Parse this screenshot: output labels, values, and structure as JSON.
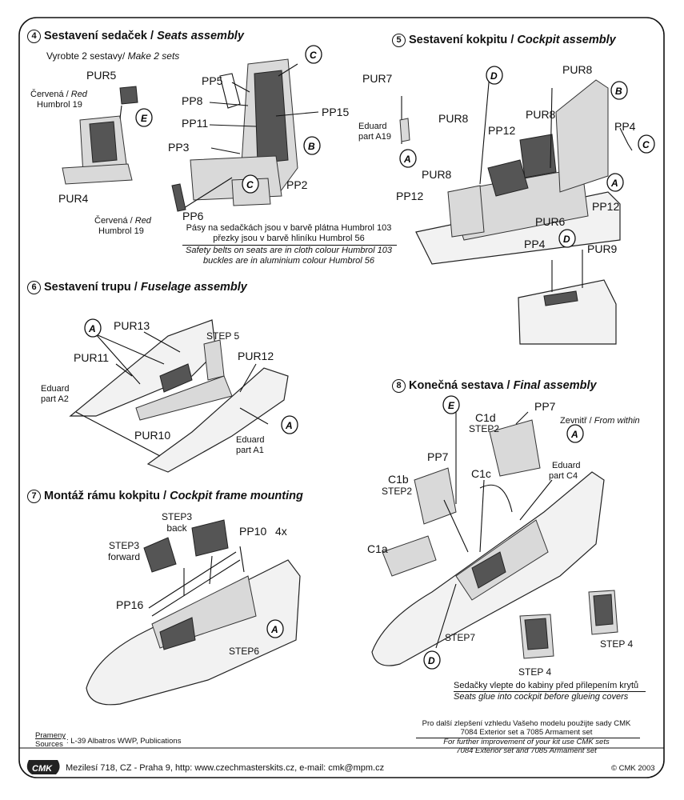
{
  "sec4": {
    "number": "4",
    "title_cz": "Sestavení sedaček / ",
    "title_en": "Seats assembly",
    "sub_cz": "Vyrobte 2 sestavy/ ",
    "sub_en": "Make 2 sets",
    "pur5": "PUR5",
    "red1_cz": "Červená / ",
    "red1_en": "Red",
    "humbrol19_a": "Humbrol 19",
    "pur4": "PUR4",
    "red2_cz": "Červená / ",
    "red2_en": "Red",
    "humbrol19_b": "Humbrol 19",
    "pp5": "PP5",
    "pp8": "PP8",
    "pp11": "PP11",
    "pp3": "PP3",
    "pp15": "PP15",
    "pp2": "PP2",
    "pp6": "PP6",
    "note_cz_1": "Pásy na sedačkách jsou v barvě plátna Humbrol 103",
    "note_cz_2": "přezky jsou v barvě hliníku Humbrol 56",
    "note_en_1": "Safety belts on seats are in cloth colour Humbrol 103",
    "note_en_2": "buckles are in aluminium colour Humbrol 56"
  },
  "sec5": {
    "number": "5",
    "title_cz": "Sestavení kokpitu / ",
    "title_en": "Cockpit assembly",
    "pur7": "PUR7",
    "pur8_a": "PUR8",
    "pur8_b": "PUR8",
    "pur8_c": "PUR8",
    "pur8_d": "PUR8",
    "pp12_a": "PP12",
    "pp12_b": "PP12",
    "pp12_c": "PP12",
    "pp4_a": "PP4",
    "pp4_b": "PP4",
    "pur6": "PUR6",
    "pur9": "PUR9",
    "eduard": "Eduard",
    "part_a19": "part A19"
  },
  "sec6": {
    "number": "6",
    "title_cz": "Sestavení trupu / ",
    "title_en": "Fuselage assembly",
    "pur13": "PUR13",
    "step5": "STEP 5",
    "pur11": "PUR11",
    "pur12": "PUR12",
    "pur10": "PUR10",
    "eduard_a": "Eduard",
    "part_a2": "part A2",
    "eduard_b": "Eduard",
    "part_a1": "part A1"
  },
  "sec7": {
    "number": "7",
    "title_cz": "Montáž rámu kokpitu / ",
    "title_en": "Cockpit frame mounting",
    "step3_back_1": "STEP3",
    "step3_back_2": "back",
    "step3_fwd_1": "STEP3",
    "step3_fwd_2": "forward",
    "pp10": "PP10",
    "qty": "4x",
    "pp16": "PP16",
    "step6": "STEP6"
  },
  "sec8": {
    "number": "8",
    "title_cz": "Konečná sestava / ",
    "title_en": "Final assembly",
    "pp7_a": "PP7",
    "c1d": "C1d",
    "step2_a": "STEP2",
    "within_cz": "Zevnitř / ",
    "within_en": "From within",
    "pp7_b": "PP7",
    "c1c": "C1c",
    "eduard": "Eduard",
    "part_c4": "part C4",
    "c1b": "C1b",
    "step2_b": "STEP2",
    "c1a": "C1a",
    "step7": "STEP7",
    "step4_a": "STEP 4",
    "step4_b": "STEP 4",
    "glue_cz": "Sedačky vlepte do kabiny před přilepením krytů",
    "glue_en": "Seats glue into cockpit before glueing covers"
  },
  "tip": {
    "cz_1": "Pro další zlepšení vzhledu Vašeho modelu použijte sady CMK",
    "cz_2": "7084 Exterior set a 7085 Armament set",
    "en_1": "For further improvement of your kit use CMK sets",
    "en_2": "7084 Exterior set and 7085 Armament set"
  },
  "sources": {
    "label_cz": "Prameny",
    "label_en": "Sources",
    "text": ": L-39 Albatros WWP, Publications"
  },
  "footer": {
    "logo": "CMK",
    "address": "Mezilesí 718, CZ - Praha 9,  http: www.czechmasterskits.cz, e-mail: cmk@mpm.cz",
    "copyright": "© CMK 2003"
  },
  "callouts": {
    "A": "A",
    "B": "B",
    "C": "C",
    "D": "D",
    "E": "E"
  }
}
